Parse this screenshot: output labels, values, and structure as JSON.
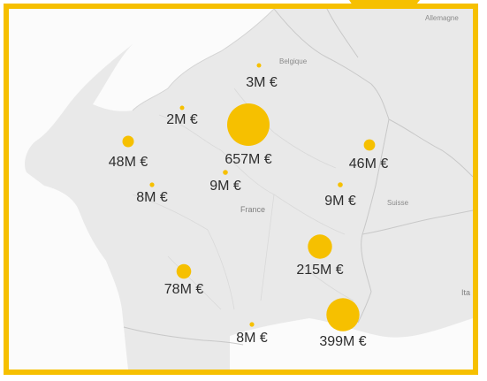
{
  "map": {
    "country_labels": {
      "france": "France",
      "belgique": "Belgique",
      "allemagne": "Allemagne",
      "suisse": "Suisse",
      "italia": "Ita"
    },
    "bubble_color": "#f6c000",
    "bubbles": [
      {
        "label": "3M €",
        "value_m_eur": 3
      },
      {
        "label": "2M €",
        "value_m_eur": 2
      },
      {
        "label": "657M €",
        "value_m_eur": 657
      },
      {
        "label": "48M €",
        "value_m_eur": 48
      },
      {
        "label": "46M €",
        "value_m_eur": 46
      },
      {
        "label": "8M €",
        "value_m_eur": 8
      },
      {
        "label": "9M €",
        "value_m_eur": 9
      },
      {
        "label": "9M €",
        "value_m_eur": 9
      },
      {
        "label": "215M €",
        "value_m_eur": 215
      },
      {
        "label": "78M €",
        "value_m_eur": 78
      },
      {
        "label": "8M €",
        "value_m_eur": 8
      },
      {
        "label": "399M €",
        "value_m_eur": 399
      }
    ]
  }
}
